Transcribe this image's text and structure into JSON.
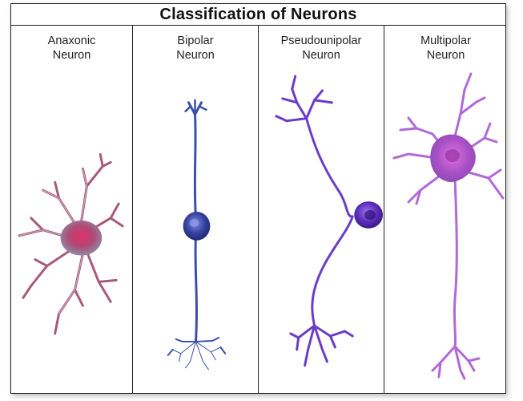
{
  "title": "Classification of Neurons",
  "panels": [
    {
      "line1": "Anaxonic",
      "line2": "Neuron"
    },
    {
      "line1": "Bipolar",
      "line2": "Neuron"
    },
    {
      "line1": "Pseudounipolar",
      "line2": "Neuron"
    },
    {
      "line1": "Multipolar",
      "line2": "Neuron"
    }
  ],
  "colors": {
    "anaxonic": "#a85a78",
    "bipolar": "#3a4fa8",
    "pseudounipolar": "#6a3cc8",
    "multipolar": "#b06ad8"
  }
}
